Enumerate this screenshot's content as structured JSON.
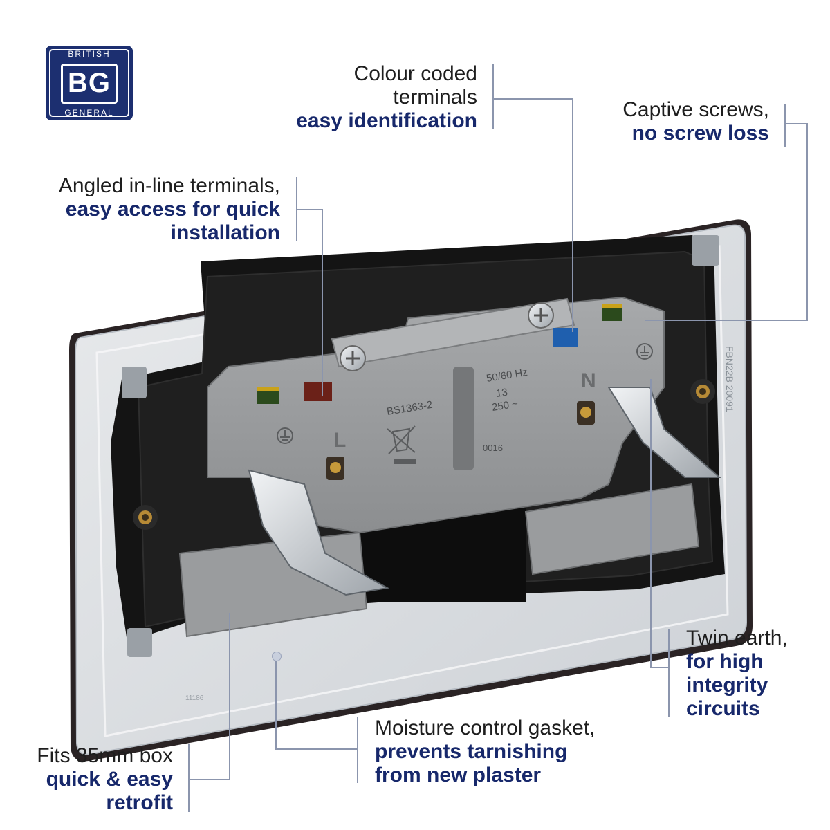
{
  "logo": {
    "top": "BRITISH",
    "mark": "BG",
    "bottom": "GENERAL"
  },
  "callouts": {
    "colour": {
      "line1": "Colour coded",
      "line2": "terminals",
      "emph": "easy identification"
    },
    "captive": {
      "line1": "Captive screws,",
      "emph": "no screw loss"
    },
    "angled": {
      "line1": "Angled in-line terminals,",
      "emph1": "easy access for quick",
      "emph2": "installation"
    },
    "twin": {
      "line1": "Twin earth,",
      "emph1": "for high",
      "emph2": "integrity",
      "emph3": "circuits"
    },
    "moisture": {
      "line1": "Moisture control gasket,",
      "emph1": "prevents tarnishing",
      "emph2": "from new plaster"
    },
    "fits": {
      "line1": "Fits 35mm box",
      "emph1": "quick & easy",
      "emph2": "retrofit"
    }
  },
  "product": {
    "standard": "BS1363-2",
    "freq": "50/60 Hz",
    "amps": "13",
    "volts": "250 ~",
    "live": "L",
    "neutral": "N",
    "code": "0016",
    "gasket_mark": "11186",
    "edge_code": "FBN22B 20091"
  },
  "colors": {
    "brand": "#1c2f70",
    "emphasis": "#17286b",
    "leader": "#8b95ad"
  }
}
